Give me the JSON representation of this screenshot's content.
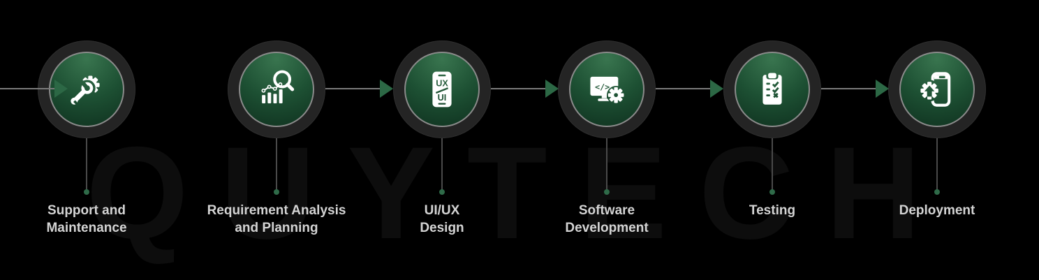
{
  "brand_watermark": "QUYTECH",
  "colors": {
    "background": "#000000",
    "outer_ring": "#242424",
    "inner_border": "#8b8b8b",
    "circle_green_light": "#39754f",
    "circle_green_dark": "#0f311f",
    "arrow_green": "#2c6845",
    "connector_gray": "#7b7b7b",
    "stem_gray": "#4a4a4a",
    "dot_green": "#2f6b49",
    "label_text": "#d4d4d4",
    "watermark_text": "#0d0d0d",
    "icon_white": "#ffffff"
  },
  "steps": [
    {
      "icon": "analytics-magnifier-icon",
      "lines": [
        "Requirement Analysis",
        "and Planning"
      ]
    },
    {
      "icon": "ux-ui-phone-icon",
      "lines": [
        "UI/UX",
        "Design"
      ]
    },
    {
      "icon": "code-monitor-gear-icon",
      "lines": [
        "Software",
        "Development"
      ]
    },
    {
      "icon": "testing-checklist-icon",
      "lines": [
        "Testing"
      ]
    },
    {
      "icon": "deployment-phone-gear-icon",
      "lines": [
        "Deployment"
      ]
    },
    {
      "icon": "wrench-gear-icon",
      "lines": [
        "Support and",
        "Maintenance"
      ]
    }
  ],
  "icon_text": {
    "ux": "UX",
    "ui": "UI",
    "code": "</>"
  }
}
